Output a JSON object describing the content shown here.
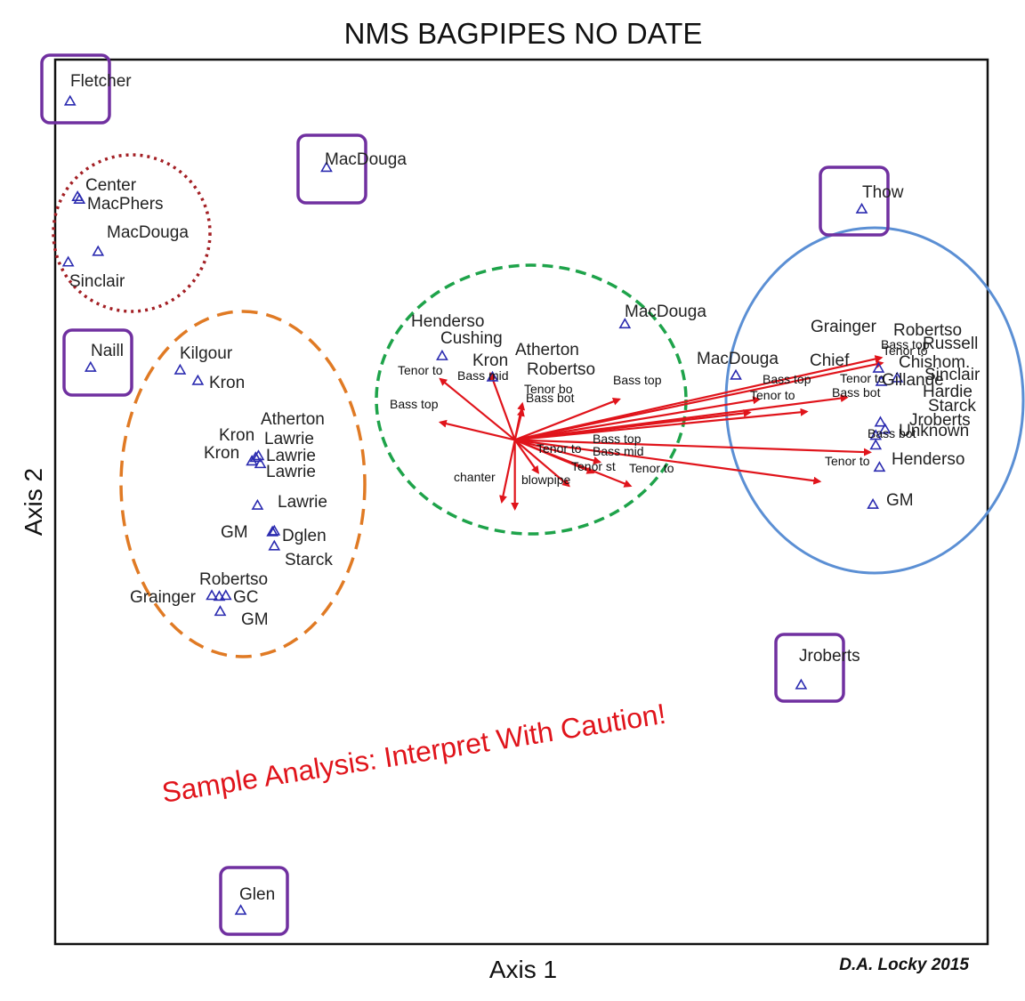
{
  "chart_data": {
    "type": "scatter",
    "title": "NMS BAGPIPES NO DATE",
    "xlabel": "Axis 1",
    "ylabel": "Axis 2",
    "xlim": [
      0,
      100
    ],
    "ylim": [
      0,
      100
    ],
    "grid": false,
    "annotation": "Sample Analysis: Interpret With Caution!",
    "credit": "D.A. Locky 2015",
    "colors": {
      "marker": "#2b2bb0",
      "vector": "#e0141b",
      "box": "#7030a0",
      "cluster_red": "#a31f24",
      "cluster_orange": "#e07a24",
      "cluster_green": "#1ea34a",
      "cluster_blue": "#5b8fd4"
    },
    "points": [
      {
        "label": "Fletcher",
        "x": 1.6,
        "y": 95.3
      },
      {
        "label": "MacDouga",
        "x": 29.1,
        "y": 87.8
      },
      {
        "label": "Center",
        "x": 2.4,
        "y": 84.5
      },
      {
        "label": "MacPhers",
        "x": 2.6,
        "y": 84.2
      },
      {
        "label": "MacDouga",
        "x": 4.6,
        "y": 78.3
      },
      {
        "label": "Sinclair",
        "x": 1.4,
        "y": 77.1
      },
      {
        "label": "Thow",
        "x": 86.5,
        "y": 83.1
      },
      {
        "label": "Naill",
        "x": 3.8,
        "y": 65.2
      },
      {
        "label": "Kilgour",
        "x": 13.4,
        "y": 64.9
      },
      {
        "label": "Kron",
        "x": 15.3,
        "y": 63.7
      },
      {
        "label": "Henderso",
        "x": 41.5,
        "y": 66.5
      },
      {
        "label": "Kron",
        "x": 46.9,
        "y": 64.1
      },
      {
        "label": "MacDouga",
        "x": 61.1,
        "y": 70.1
      },
      {
        "label": "MacDouga",
        "x": 73.0,
        "y": 64.3
      },
      {
        "label": "Atherton",
        "x": 21.5,
        "y": 55.0
      },
      {
        "label": "Lawrie",
        "x": 21.8,
        "y": 55.2
      },
      {
        "label": "Kron",
        "x": 21.1,
        "y": 54.6
      },
      {
        "label": "Lawrie",
        "x": 22.0,
        "y": 54.3
      },
      {
        "label": "Lawrie",
        "x": 21.7,
        "y": 49.6
      },
      {
        "label": "GM",
        "x": 23.3,
        "y": 46.6
      },
      {
        "label": "Dglen",
        "x": 23.5,
        "y": 46.7
      },
      {
        "label": "Starck",
        "x": 23.5,
        "y": 45.0
      },
      {
        "label": "Robertso",
        "x": 16.8,
        "y": 39.4
      },
      {
        "label": "GC",
        "x": 18.3,
        "y": 39.4
      },
      {
        "label": "Grainger",
        "x": 17.6,
        "y": 39.3
      },
      {
        "label": "GM",
        "x": 17.7,
        "y": 37.6
      },
      {
        "label": "Robertso",
        "x": 88.3,
        "y": 65.1
      },
      {
        "label": "Chishom.",
        "x": 88.6,
        "y": 63.6
      },
      {
        "label": "Sinclair",
        "x": 90.3,
        "y": 64.0
      },
      {
        "label": "Hardie",
        "x": 88.5,
        "y": 59.0
      },
      {
        "label": "Starck",
        "x": 89.0,
        "y": 58.2
      },
      {
        "label": "Jroberts",
        "x": 88.0,
        "y": 57.5
      },
      {
        "label": "Unknown",
        "x": 88.0,
        "y": 56.4
      },
      {
        "label": "Henderso",
        "x": 88.4,
        "y": 53.9
      },
      {
        "label": "GM",
        "x": 87.7,
        "y": 49.7
      },
      {
        "label": "Jroberts",
        "x": 80.0,
        "y": 29.3
      },
      {
        "label": "Glen",
        "x": 19.9,
        "y": 3.8
      }
    ],
    "point_labels": [
      "Fletcher",
      "MacDouga",
      "Center",
      "MacPhers",
      "MacDouga",
      "Sinclair",
      "Thow",
      "Naill",
      "Kilgour",
      "Kron",
      "Henderso",
      "Cushing",
      "Kron",
      "Atherton",
      "Robertso",
      "MacDouga",
      "MacDouga",
      "Grainger",
      "Robertso",
      "Russell",
      "Chief",
      "Chishom.",
      "Sinclair",
      "Gillande",
      "Hardie",
      "Starck",
      "Jroberts",
      "Unknown",
      "Henderso",
      "GM",
      "Atherton",
      "Kron",
      "Lawrie",
      "Kron",
      "Lawrie",
      "Lawrie",
      "Lawrie",
      "GM",
      "Dglen",
      "Starck",
      "Robertso",
      "Grainger",
      "GC",
      "GM",
      "Jroberts",
      "Glen"
    ],
    "vectors": {
      "origin": [
        49.3,
        57.0
      ],
      "items": [
        {
          "label": "Tenor to",
          "x": 41.3,
          "y": 63.9
        },
        {
          "label": "Bass mid",
          "x": 46.7,
          "y": 64.5
        },
        {
          "label": "Bass top",
          "x": 41.3,
          "y": 59.0
        },
        {
          "label": "Tenor bo",
          "x": 50.1,
          "y": 61.1
        },
        {
          "label": "Bass bot",
          "x": 50.1,
          "y": 60.4
        },
        {
          "label": "Bass top",
          "x": 60.5,
          "y": 61.6
        },
        {
          "label": "chanter",
          "x": 47.9,
          "y": 50.0
        },
        {
          "label": "blowpipe",
          "x": 49.3,
          "y": 49.2
        },
        {
          "label": "Tenor to",
          "x": 51.8,
          "y": 53.3
        },
        {
          "label": "Bass top",
          "x": 58.4,
          "y": 54.5
        },
        {
          "label": "Bass mid",
          "x": 57.7,
          "y": 53.3
        },
        {
          "label": "Tenor st",
          "x": 55.1,
          "y": 51.8
        },
        {
          "label": "Tenor to",
          "x": 61.7,
          "y": 51.8
        },
        {
          "label": "Bass top",
          "x": 75.5,
          "y": 61.6
        },
        {
          "label": "Tenor to",
          "x": 74.5,
          "y": 60.1
        },
        {
          "label": "Bass bot",
          "x": 80.6,
          "y": 60.2
        },
        {
          "label": "Bass top",
          "x": 88.6,
          "y": 66.3
        },
        {
          "label": "Tenor to",
          "x": 88.7,
          "y": 65.7
        },
        {
          "label": "Tenor to",
          "x": 84.9,
          "y": 61.8
        },
        {
          "label": "Bass bot",
          "x": 87.4,
          "y": 55.6
        },
        {
          "label": "Tenor to",
          "x": 82.0,
          "y": 52.3
        }
      ]
    },
    "boxed_points": [
      "Fletcher",
      "MacDouga",
      "Thow",
      "Naill",
      "Jroberts",
      "Glen"
    ]
  }
}
